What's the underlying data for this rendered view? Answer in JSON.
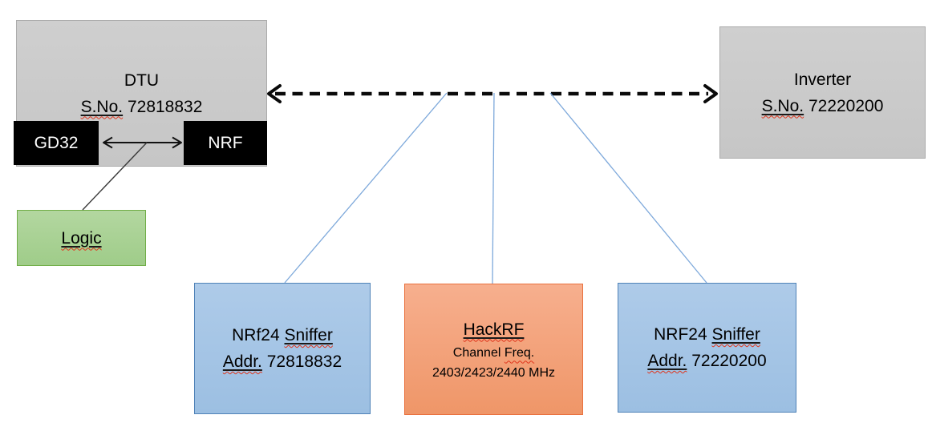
{
  "boxes": {
    "dtu": {
      "title": "DTU",
      "serial_word": "S.No.",
      "serial_number": "72818832"
    },
    "gd32": {
      "label": "GD32"
    },
    "nrf": {
      "label": "NRF"
    },
    "logic": {
      "label": "Logic"
    },
    "inverter": {
      "title": "Inverter",
      "serial_word": "S.No.",
      "serial_number": "72220200"
    },
    "sniffer_left": {
      "name_prefix": "NRf24",
      "name_word": "Sniffer",
      "addr_word": "Addr.",
      "addr_number": "72818832"
    },
    "hackrf": {
      "title": "HackRF",
      "channel_prefix": "Channel",
      "channel_word": "Freq.",
      "frequencies": "2403/2423/2440 MHz"
    },
    "sniffer_right": {
      "name_prefix": "NRF24",
      "name_word": "Sniffer",
      "addr_word": "Addr.",
      "addr_number": "72220200"
    }
  },
  "colors": {
    "gray_fill": "#C9C9C9",
    "gray_border": "#ABABAB",
    "black_fill": "#000000",
    "green_fill": "#A9D294",
    "green_border": "#70AD47",
    "blue_fill": "#A6C4E6",
    "blue_border": "#5083B8",
    "orange_fill": "#F4A27C",
    "orange_border": "#E9713E",
    "connector_blue": "#7EA9DB",
    "arrow_black": "#0A0A0A",
    "squiggle_red": "#E0341B"
  }
}
